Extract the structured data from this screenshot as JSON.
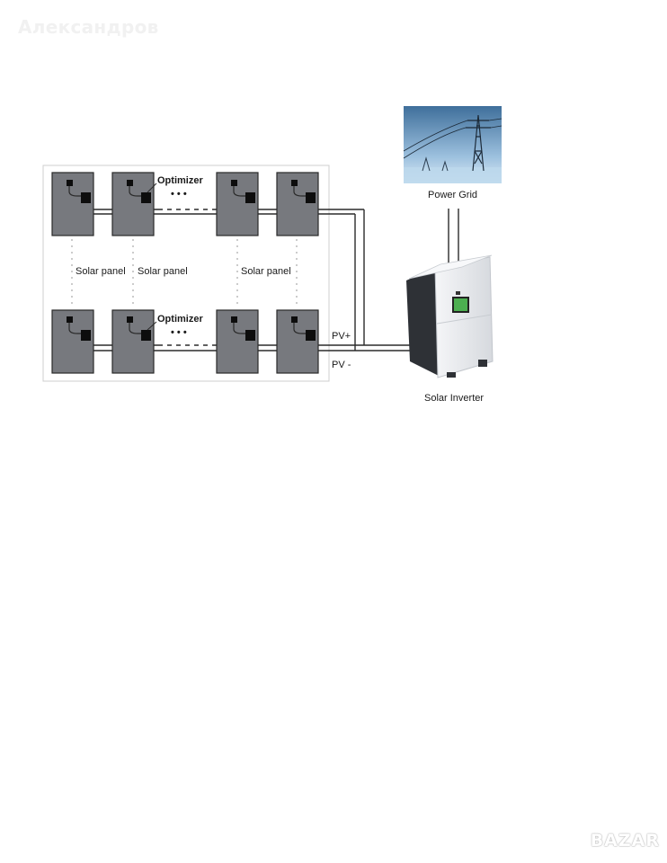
{
  "watermark": {
    "text": "Александров"
  },
  "diagram": {
    "labels": {
      "optimizer_top": "Optimizer",
      "optimizer_bottom": "Optimizer",
      "solar_panel_1": "Solar panel",
      "solar_panel_2": "Solar panel",
      "solar_panel_3": "Solar panel",
      "pv_plus": "PV+",
      "pv_minus": "PV -",
      "power_grid": "Power Grid",
      "solar_inverter": "Solar Inverter",
      "ellipsis_top": "• • •",
      "ellipsis_bottom": "• • •"
    },
    "colors": {
      "panel_fill": "#77797e",
      "panel_stroke": "#2a2a2a",
      "optimizer_fill": "#0d0d0d",
      "wire": "#2b2b2b",
      "sky_top": "#3f6f9b",
      "sky_bottom": "#c9dff0",
      "inverter_body": "#e9ebee",
      "inverter_side": "#2e3136",
      "display": "#4caf50"
    }
  },
  "brand": {
    "logo_text": "BAZAR"
  }
}
